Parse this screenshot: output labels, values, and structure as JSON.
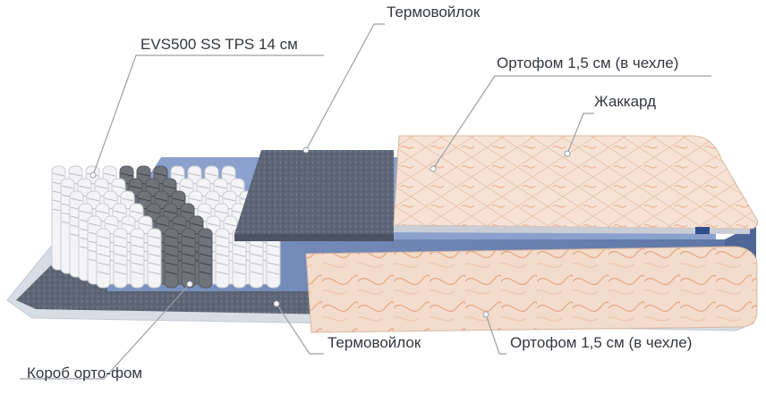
{
  "callouts": {
    "top_felt": "Термовойлок",
    "spring_block": "EVS500 SS TPS 14 см",
    "top_ortofom": "Ортофом 1,5 см (в чехле)",
    "jacquard": "Жаккард",
    "bottom_felt": "Термовойлок",
    "bottom_ortofom": "Ортофом 1,5 см (в чехле)",
    "box": "Короб орто-фом"
  },
  "colors": {
    "callout_line": "#9aa0a8",
    "text": "#333840",
    "felt": "#5d6676",
    "foam_box": "#6f86b5",
    "jacquard_fabric": "#f6e3d6",
    "jacquard_pattern": "#eab394",
    "spring_white": "#f4f4f6",
    "spring_dark": "#6f737a",
    "base_sheet": "#d7dde4"
  }
}
